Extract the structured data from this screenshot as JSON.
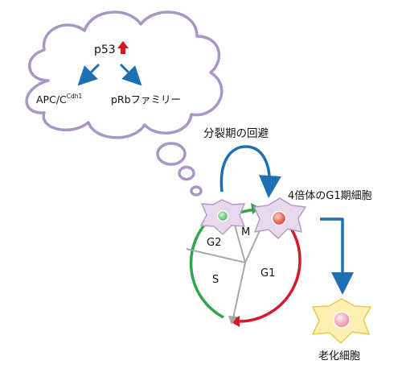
{
  "cloud": {
    "top": "p53",
    "left": "APC/C",
    "left_sup": "Cdh1",
    "right": "pRbファミリー"
  },
  "labels": {
    "escape": "分裂期の回避",
    "tetraploid": "4倍体のG1期細胞",
    "senescence": "老化細胞"
  },
  "cycle": {
    "g2": "G2",
    "m": "M",
    "s": "S",
    "g1": "G1"
  },
  "colors": {
    "cloud_stroke": "#a996c6",
    "cell_purple": "#e7d8ec",
    "cell_purple_stroke": "#b49ac6",
    "cell_yellow": "#fdf0b0",
    "cell_yellow_stroke": "#e8c94c",
    "nucleus_green": "#5cc46a",
    "nucleus_red": "#e0473c",
    "nucleus_pink": "#f2a6b6",
    "arrow_blue": "#1f6fb7",
    "arc_green": "#2ea64a",
    "arc_red": "#d5182c",
    "up_arrow_red": "#e0141e",
    "divider_gray": "#a7a7a7"
  }
}
